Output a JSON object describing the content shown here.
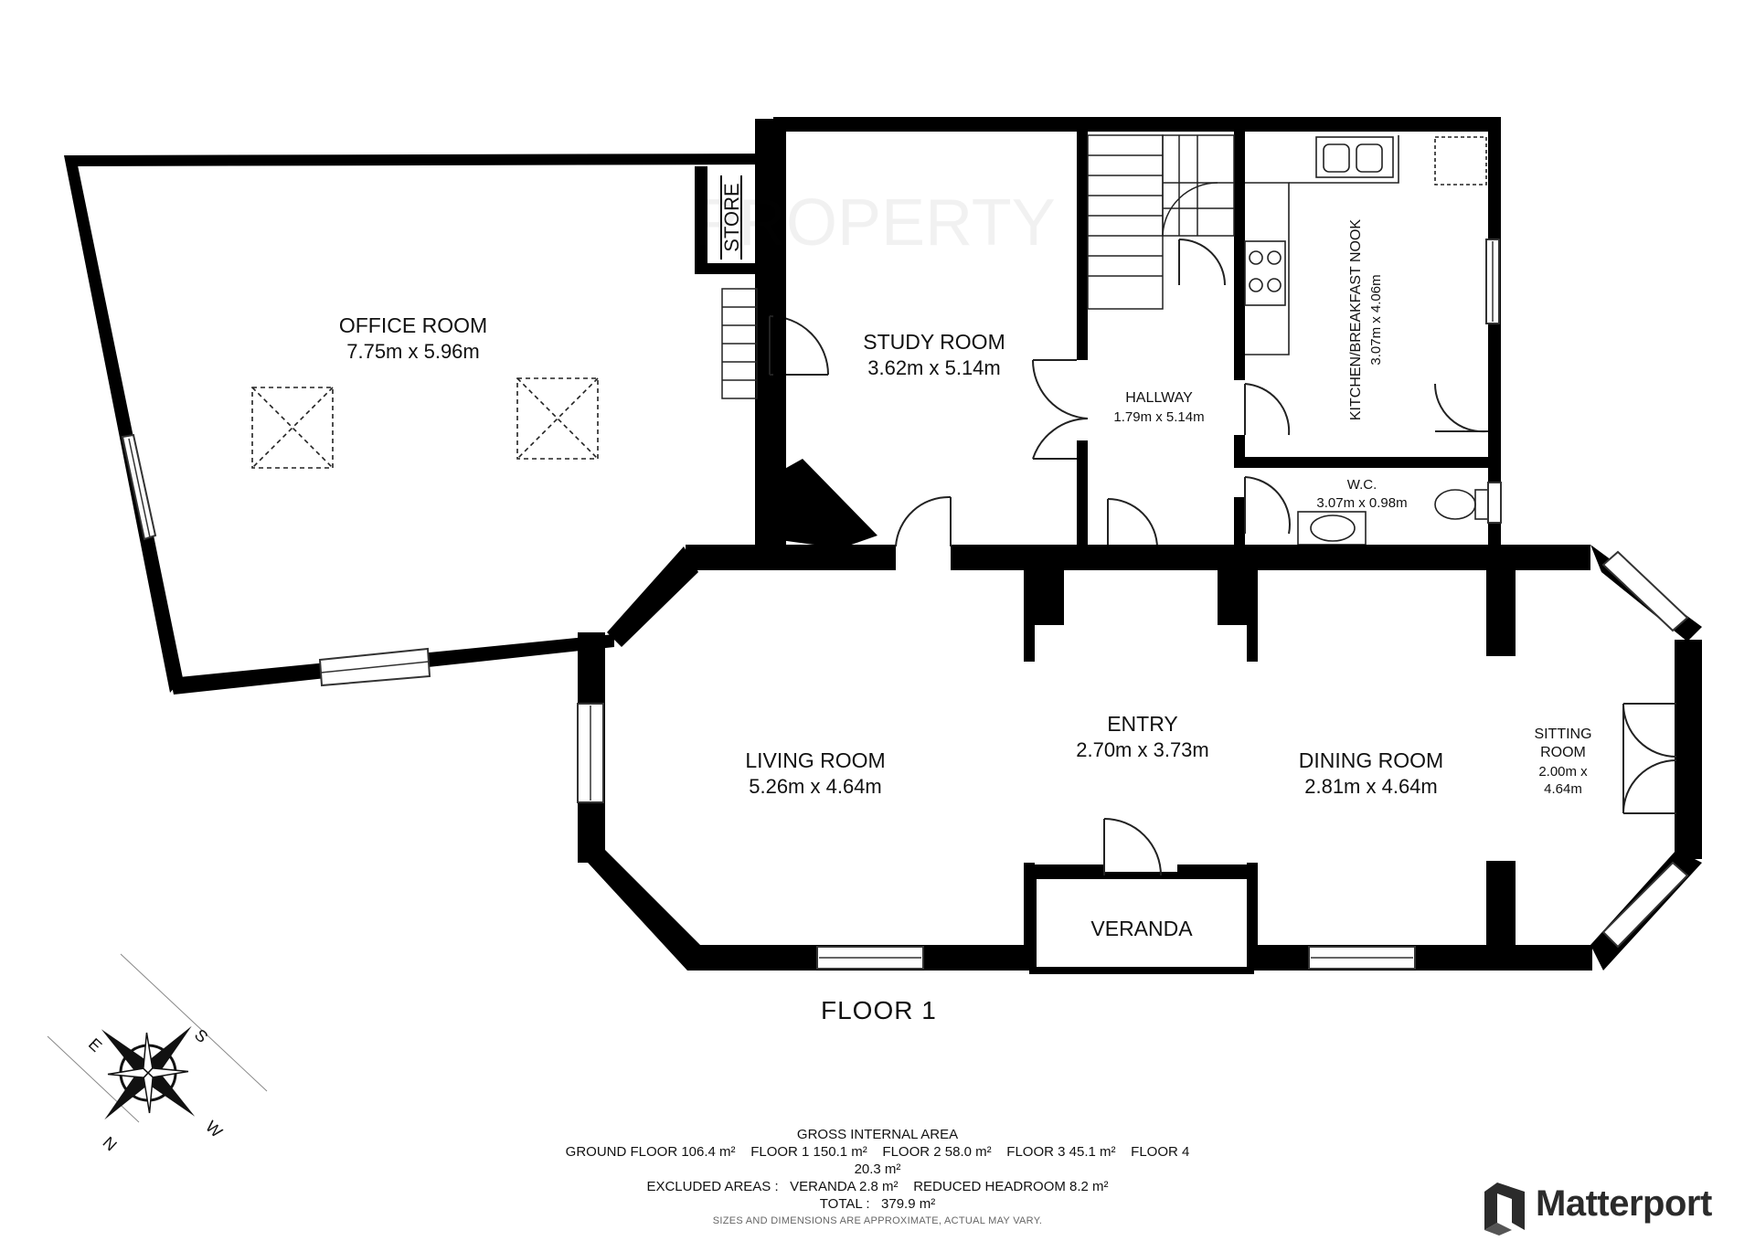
{
  "watermark": "PROPERTY",
  "rooms": {
    "office": {
      "name": "OFFICE ROOM",
      "size": "7.75m x 5.96m"
    },
    "store": {
      "name": "STORE"
    },
    "study": {
      "name": "STUDY ROOM",
      "size": "3.62m x 5.14m"
    },
    "hallway": {
      "name": "HALLWAY",
      "size": "1.79m x 5.14m"
    },
    "kitchen": {
      "name": "KITCHEN/BREAKFAST NOOK",
      "size": "3.07m x 4.06m"
    },
    "wc": {
      "name": "W.C.",
      "size": "3.07m x 0.98m"
    },
    "entry": {
      "name": "ENTRY",
      "size": "2.70m x 3.73m"
    },
    "living": {
      "name": "LIVING ROOM",
      "size": "5.26m x 4.64m"
    },
    "dining": {
      "name": "DINING ROOM",
      "size": "2.81m x 4.64m"
    },
    "sitting": {
      "name_line1": "SITTING",
      "name_line2": "ROOM",
      "size_line1": "2.00m x",
      "size_line2": "4.64m"
    },
    "veranda": {
      "name": "VERANDA"
    }
  },
  "floor_label": "FLOOR 1",
  "compass": {
    "n": "N",
    "s": "S",
    "e": "E",
    "w": "W"
  },
  "area_summary": {
    "heading": "GROSS INTERNAL AREA",
    "line1": "GROUND FLOOR 106.4 m²    FLOOR 1 150.1 m²    FLOOR 2 58.0 m²    FLOOR 3 45.1 m²    FLOOR 4",
    "line2": "20.3 m²",
    "line3": "EXCLUDED AREAS :   VERANDA 2.8 m²    REDUCED HEADROOM 8.2 m²",
    "line4": "TOTAL :   379.9 m²",
    "disclaimer": "SIZES AND DIMENSIONS ARE APPROXIMATE, ACTUAL MAY VARY."
  },
  "brand": {
    "name": "Matterport",
    "color": "#2b2b2b"
  },
  "colors": {
    "wall": "#000000",
    "background": "#ffffff",
    "window": "#f4f4f4"
  }
}
